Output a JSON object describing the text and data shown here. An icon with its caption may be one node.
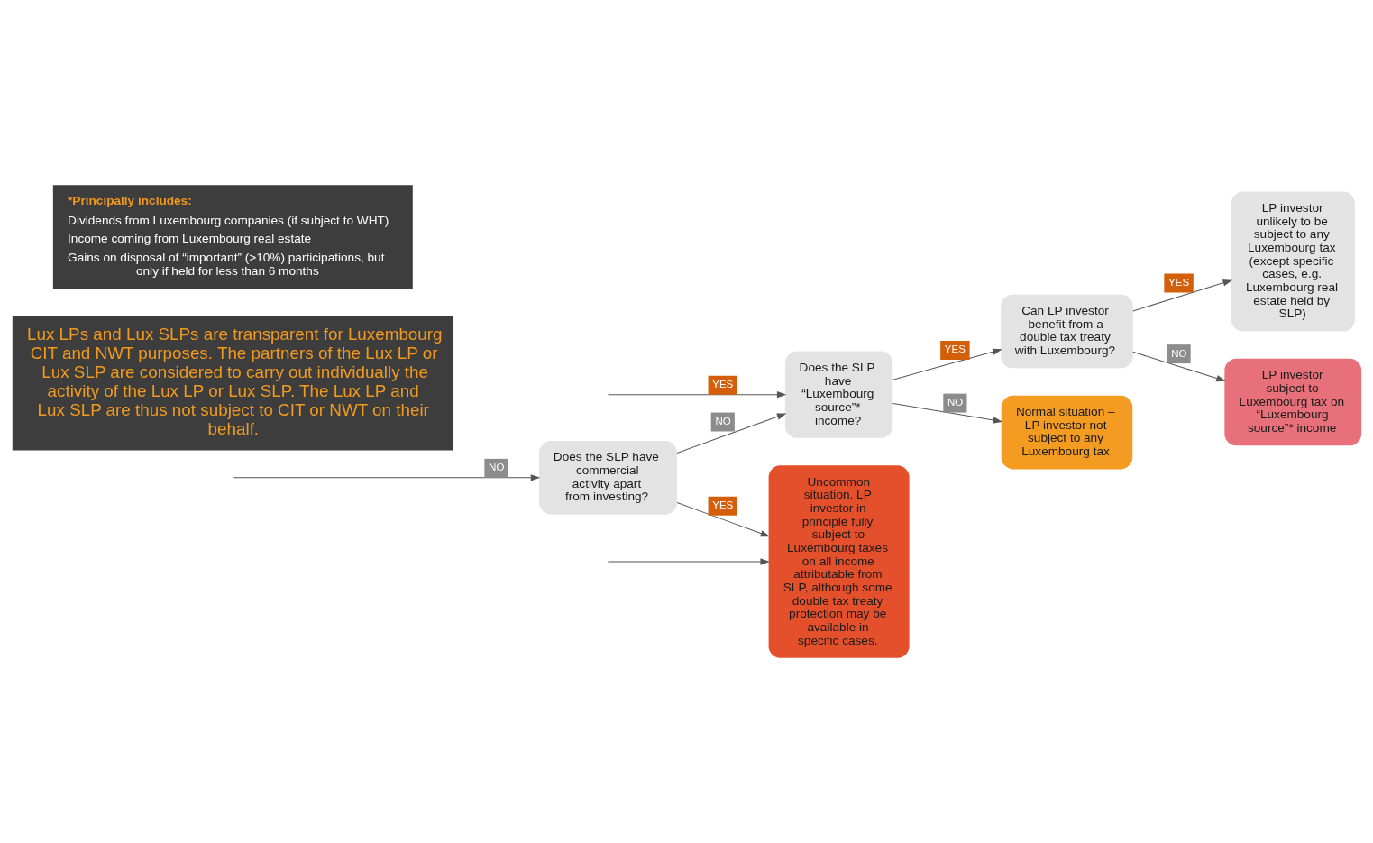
{
  "diagram": {
    "nodes": [
      {
        "text": [
          "Lux LPs and Lux SLPs are transparent for Luxembourg CIT and NWT purposes. The partners of the Lux LP or Lux SLP are considered to carry out individually the activity of the Lux LP or Lux SLP. The Lux LP and Lux SLP are thus not subject to CIT or NWT on their behalf."
        ]
      },
      {
        "text": [
          "LP investor unlikely to be subject to any Luxembourg tax (except specific cases, e.g. Luxembourg real estate held by SLP)"
        ]
      },
      {
        "text": [
          "Can LP investor benefit from a double tax treaty with Luxembourg?"
        ]
      },
      {
        "text": [
          "LP investor subject to Luxembourg tax on “Luxembourg source”* income"
        ]
      },
      {
        "text": [
          "Does the SLP have “Luxembourg source”* income?"
        ]
      },
      {
        "text": [
          "Does the SLP have commercial activity apart from investing?"
        ]
      },
      {
        "text": [
          "Normal situation – LP investor not subject to any Luxembourg tax"
        ]
      },
      {
        "text": [
          "Uncommon situation. LP investor in principle fully subject to Luxembourg taxes on all income attributable from SLP, although some double tax treaty protection may be available in specific cases."
        ]
      },
      {
        "text": [
          "*Principally includes:",
          "Dividends from Luxembourg companies (if subject to WHT)",
          "Income coming from Luxembourg real estate",
          "Gains on disposal of “important” (>10%) participations, but only if held for less than 6 months"
        ]
      }
    ],
    "edges": [
      {
        "from": null,
        "to": 4,
        "arrow": "to",
        "label": "YES"
      },
      {
        "from": null,
        "to": 5,
        "arrow": "to",
        "label": "NO"
      },
      {
        "from": 5,
        "to": 4,
        "arrow": "to",
        "label": "NO"
      },
      {
        "from": 5,
        "to": 7,
        "arrow": "to",
        "label": "YES"
      },
      {
        "from": null,
        "to": 7,
        "arrow": "to"
      },
      {
        "from": 4,
        "to": 2,
        "arrow": "to",
        "label": "YES"
      },
      {
        "from": 4,
        "to": 6,
        "arrow": "to",
        "label": "NO"
      },
      {
        "from": 2,
        "to": 1,
        "arrow": "to",
        "label": "YES"
      },
      {
        "from": 2,
        "to": 3,
        "arrow": "to",
        "label": "NO"
      }
    ]
  }
}
